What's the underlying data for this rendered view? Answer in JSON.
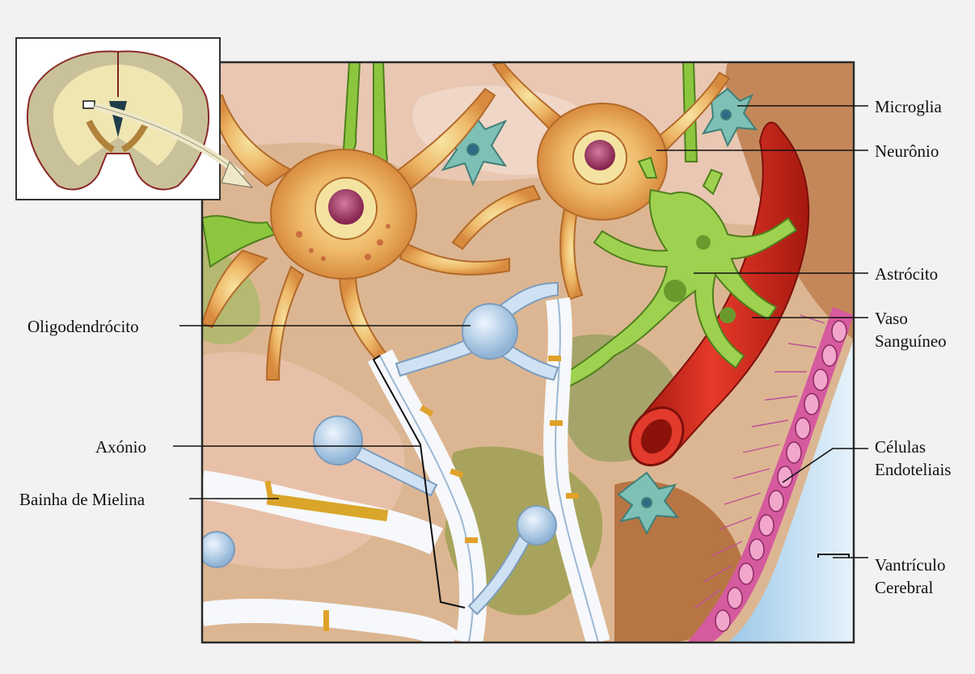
{
  "labels": {
    "microglia": "Microglia",
    "neuronio": "Neurônio",
    "astrocito": "Astrócito",
    "vaso_line1": "Vaso",
    "vaso_line2": "Sanguíneo",
    "celulas_line1": "Células",
    "celulas_line2": "Endoteliais",
    "ventriculo_line1": "Vantrículo",
    "ventriculo_line2": "Cerebral",
    "oligodendrocito": "Oligodendrócito",
    "axonio": "Axónio",
    "bainha": "Bainha de Mielina"
  },
  "colors": {
    "background": "#f2f2f2",
    "neuron": "#e8a04a",
    "nucleus": "#a23c66",
    "astrocyte": "#8cc63f",
    "blood_vessel": "#d42a1e",
    "oligodendrocyte": "#b8d4ec",
    "myelin": "#f4f6f8",
    "endothelial": "#d65a9e",
    "microglia": "#6ab0a8",
    "tissue": "#c98b5a"
  },
  "icons": {
    "inset": "brain-coronal-section-icon"
  }
}
